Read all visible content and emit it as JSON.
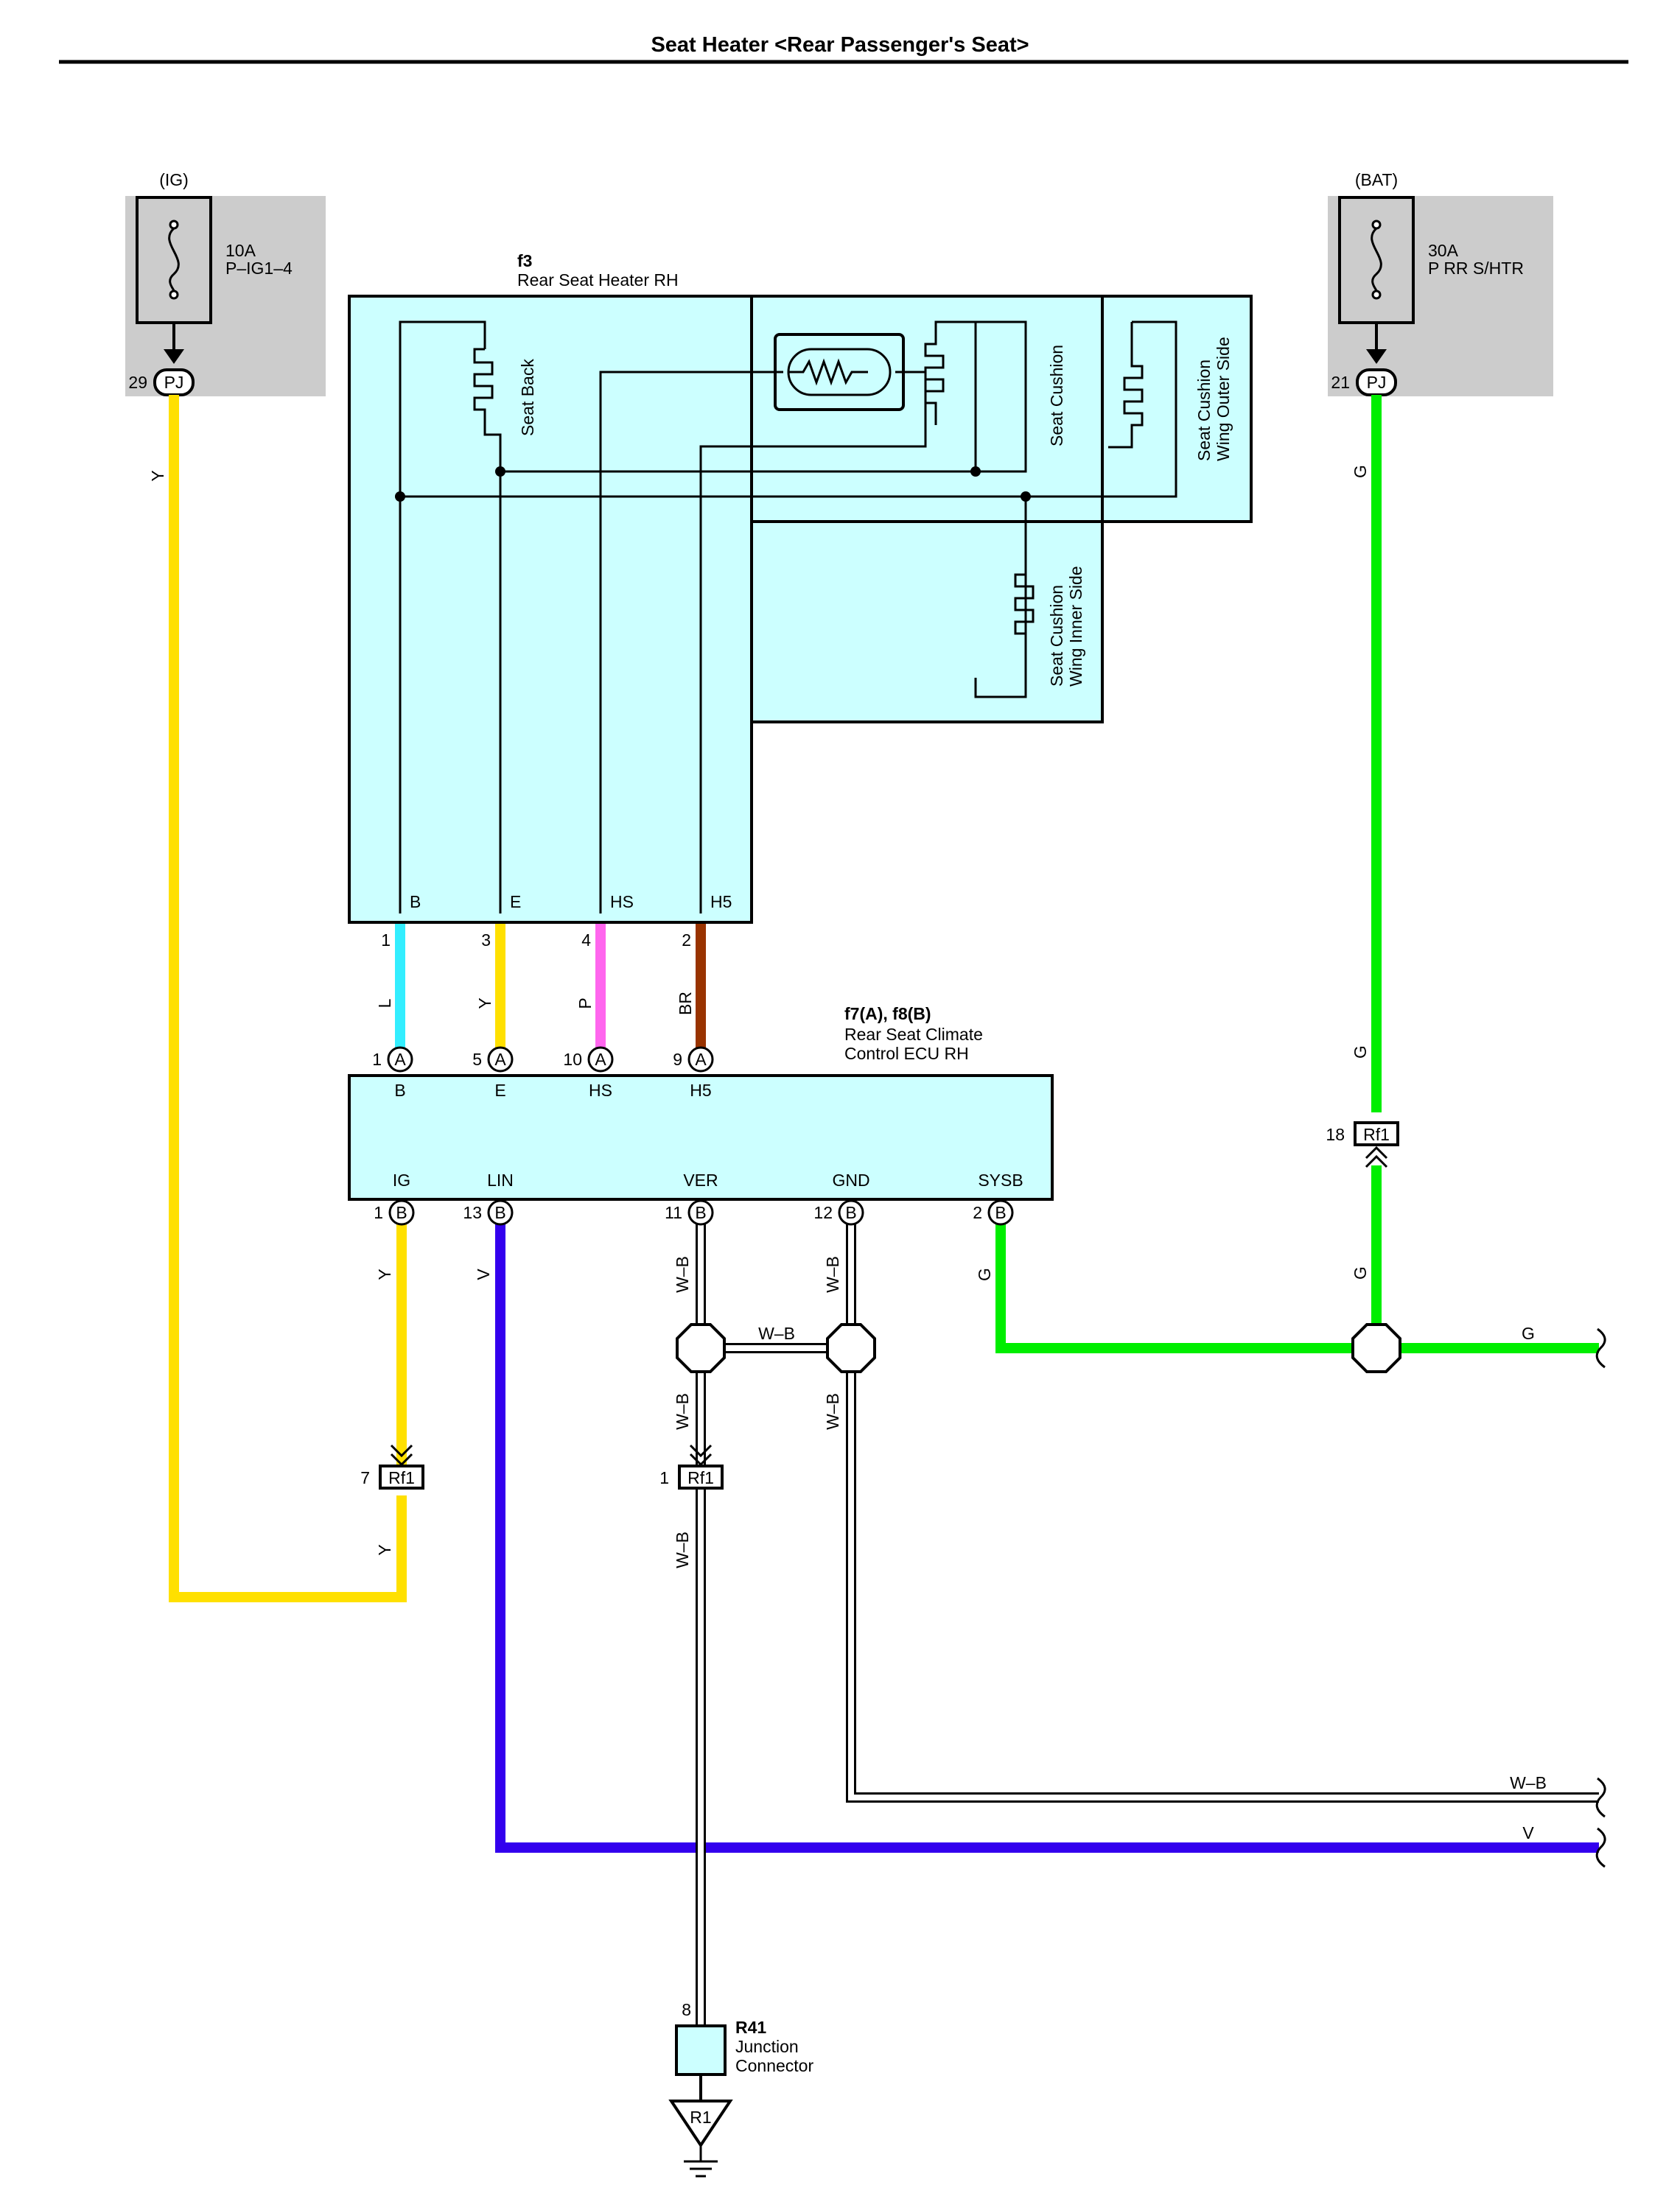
{
  "title": "Seat Heater <Rear Passenger's Seat>",
  "fuses": {
    "ig": {
      "source": "(IG)",
      "rating": "10A",
      "name": "P–IG1–4",
      "pin": "29",
      "connector": "PJ"
    },
    "bat": {
      "source": "(BAT)",
      "rating": "30A",
      "name": "P RR S/HTR",
      "pin": "21",
      "connector": "PJ"
    }
  },
  "heater": {
    "code": "f3",
    "name": "Rear Seat Heater RH",
    "elements": {
      "seat_back": "Seat Back",
      "seat_cushion": "Seat Cushion",
      "wing_outer": [
        "Seat Cushion",
        "Wing Outer Side"
      ],
      "wing_inner": [
        "Seat Cushion",
        "Wing Inner Side"
      ]
    },
    "terminals": [
      {
        "label": "B",
        "pin": "1",
        "wire": "L"
      },
      {
        "label": "E",
        "pin": "3",
        "wire": "Y"
      },
      {
        "label": "HS",
        "pin": "4",
        "wire": "P"
      },
      {
        "label": "H5",
        "pin": "2",
        "wire": "BR"
      }
    ]
  },
  "ecu": {
    "code": "f7(A), f8(B)",
    "name": [
      "Rear Seat Climate",
      "Control ECU RH"
    ],
    "top_terminals": [
      {
        "label": "B",
        "pin": "1",
        "conn": "A"
      },
      {
        "label": "E",
        "pin": "5",
        "conn": "A"
      },
      {
        "label": "HS",
        "pin": "10",
        "conn": "A"
      },
      {
        "label": "H5",
        "pin": "9",
        "conn": "A"
      }
    ],
    "bottom_terminals": [
      {
        "label": "IG",
        "pin": "1",
        "conn": "B",
        "wire": "Y"
      },
      {
        "label": "LIN",
        "pin": "13",
        "conn": "B",
        "wire": "V"
      },
      {
        "label": "VER",
        "pin": "11",
        "conn": "B",
        "wire": "W–B"
      },
      {
        "label": "GND",
        "pin": "12",
        "conn": "B",
        "wire": "W–B"
      },
      {
        "label": "SYSB",
        "pin": "2",
        "conn": "B",
        "wire": "G"
      }
    ]
  },
  "connectors": {
    "rf1_ig": {
      "pin": "7",
      "name": "Rf1"
    },
    "rf1_ver": {
      "pin": "1",
      "name": "Rf1"
    },
    "rf1_bat": {
      "pin": "18",
      "name": "Rf1"
    }
  },
  "wire_labels": {
    "ig_supply": "Y",
    "bat_supply": "G",
    "bat_lower": "G",
    "ig_lower": "Y",
    "ver_mid": "W–B",
    "ver_lower": "W–B",
    "junction_link": "W–B",
    "gnd_lower": "W–B",
    "g_bus": "G",
    "wb_bus": "W–B",
    "v_bus": "V"
  },
  "junction": {
    "pin": "8",
    "code": "R41",
    "name": [
      "Junction",
      "Connector"
    ],
    "ground": "R1"
  },
  "colors": {
    "Y": "#ffe000",
    "G": "#00ee00",
    "L": "#33eeff",
    "P": "#ff66ee",
    "BR": "#993300",
    "V": "#3300ee",
    "W-B": "#ffffff",
    "component_fill": "#ccffff",
    "fuse_background": "#cccccc"
  }
}
